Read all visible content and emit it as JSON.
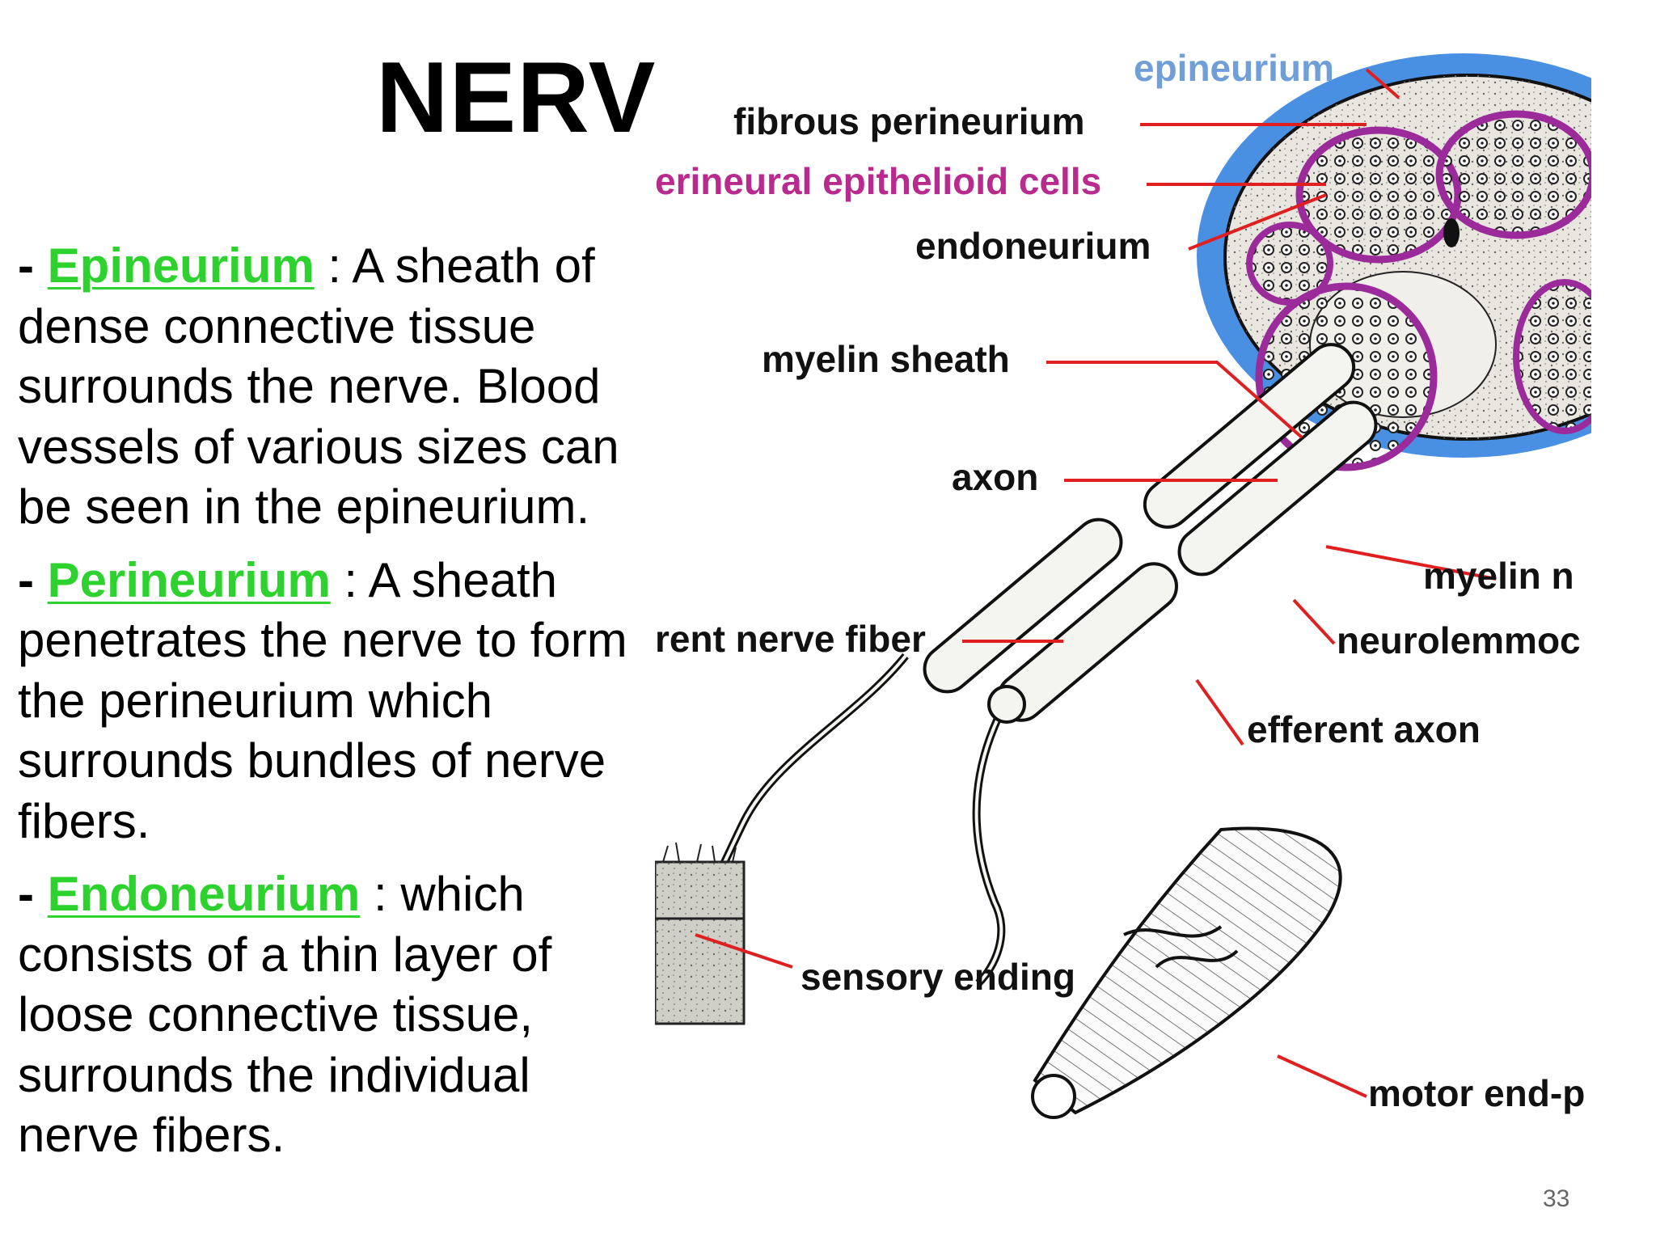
{
  "slide": {
    "title": "NERVE",
    "page_number": "33"
  },
  "bullets": [
    {
      "dash": "- ",
      "term": "Epineurium",
      "sep": " : ",
      "text": "A sheath of dense connective tissue surrounds the nerve. Blood vessels of various sizes can be seen in the epineurium."
    },
    {
      "dash": " - ",
      "term": "Perineurium",
      "sep": " : ",
      "text": "A sheath penetrates the nerve to form the perineurium which surrounds bundles of nerve fibers."
    },
    {
      "dash": "- ",
      "term": "Endoneurium",
      "sep": " :  ",
      "text": "which consists of a thin layer of loose connective tissue, surrounds the individual nerve fibers."
    }
  ],
  "diagram": {
    "labels": {
      "epineurium": "epineurium",
      "fibrous_perineurium": "fibrous perineurium",
      "perineural_epithelioid_cells": "erineural epithelioid cells",
      "endoneurium": "endoneurium",
      "myelin_sheath": "myelin sheath",
      "axon": "axon",
      "myelin_node": "myelin n",
      "neurolemmocyte": "neurolemmoc",
      "afferent_nerve_fiber": "rent nerve fiber",
      "efferent_axon": "efferent axon",
      "sensory_ending": "sensory ending",
      "motor_end_plate": "motor end-p"
    },
    "colors": {
      "epineurium": "#4a90e2",
      "perineurium": "#9b2a9b",
      "leader_line": "#e02020",
      "term_highlight": "#2ed22e"
    }
  }
}
